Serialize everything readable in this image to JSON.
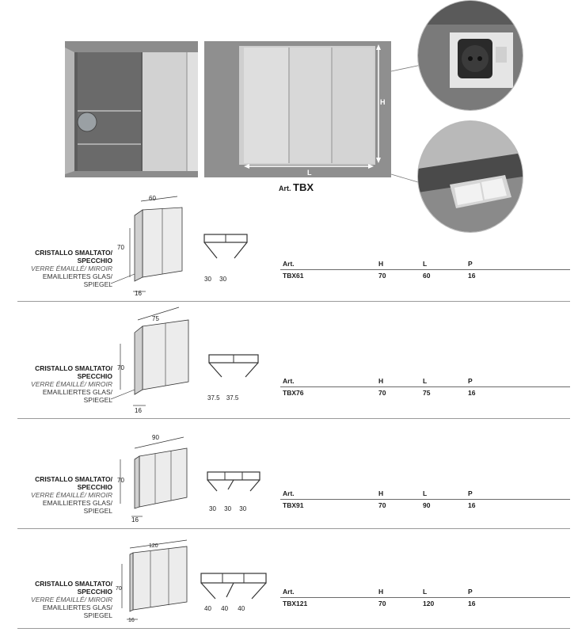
{
  "header": {
    "art_label": "Art.",
    "art_code": "TBX",
    "photo_dimension_labels": {
      "height": "H",
      "length": "L"
    }
  },
  "material": {
    "line1": "CRISTALLO SMALTATO/ SPECCHIO",
    "line2": "VERRE ÉMAILLÉ/ MIROIR",
    "line3": "EMAILLIERTES GLAS/ SPIEGEL"
  },
  "table_headers": {
    "art": "Art.",
    "h": "H",
    "l": "L",
    "p": "P"
  },
  "products": [
    {
      "code": "TBX61",
      "h": "70",
      "l": "60",
      "p": "16",
      "door_widths": [
        "30",
        "30"
      ]
    },
    {
      "code": "TBX76",
      "h": "70",
      "l": "75",
      "p": "16",
      "door_widths": [
        "37.5",
        "37.5"
      ]
    },
    {
      "code": "TBX91",
      "h": "70",
      "l": "90",
      "p": "16",
      "door_widths": [
        "30",
        "30",
        "30"
      ]
    },
    {
      "code": "TBX121",
      "h": "70",
      "l": "120",
      "p": "16",
      "door_widths": [
        "40",
        "40",
        "40"
      ]
    }
  ]
}
